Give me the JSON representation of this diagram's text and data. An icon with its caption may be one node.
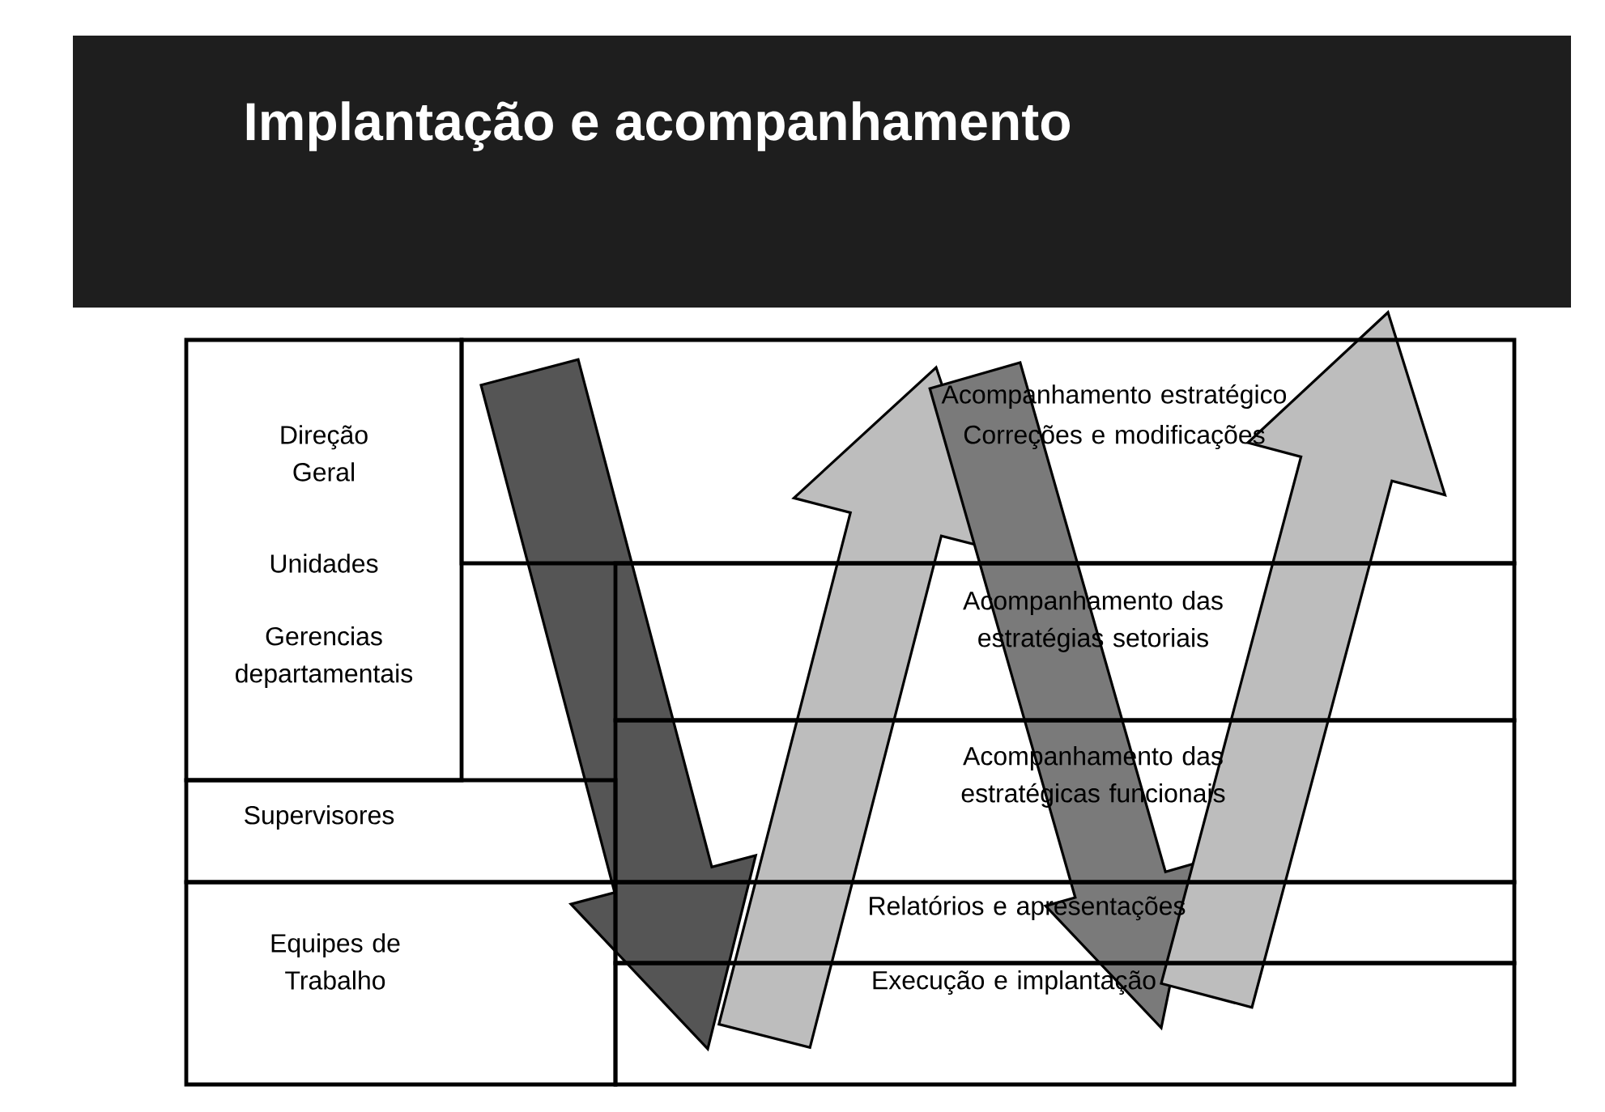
{
  "diagram": {
    "title": "Implantação e acompanhamento",
    "nodes": [
      {
        "text": [
          "Direção Geral",
          "Unidades",
          "Gerencias departamentais"
        ]
      },
      {
        "text": [
          "Supervisores"
        ]
      },
      {
        "text": [
          "Equipes de Trabalho"
        ]
      },
      {
        "text": [
          "Acompanhamento estratégico",
          "Correções e modificações"
        ]
      },
      {
        "text": [
          "Acompanhamento das estratégias setoriais"
        ]
      },
      {
        "text": [
          "Acompanhamento das estratégicas funcionais"
        ]
      },
      {
        "text": [
          "Relatórios e apresentações"
        ]
      },
      {
        "text": [
          "Execução e implantação"
        ]
      }
    ],
    "edges": [
      {
        "from": 3,
        "to": 7,
        "arrow": "to",
        "color": "#555555"
      },
      {
        "from": 7,
        "to": 3,
        "arrow": "to",
        "color": "#bdbdbd"
      },
      {
        "from": 3,
        "to": 7,
        "arrow": "to",
        "color": "#7a7a7a"
      },
      {
        "from": 7,
        "to": 3,
        "arrow": "to",
        "color": "#bdbdbd"
      }
    ]
  }
}
